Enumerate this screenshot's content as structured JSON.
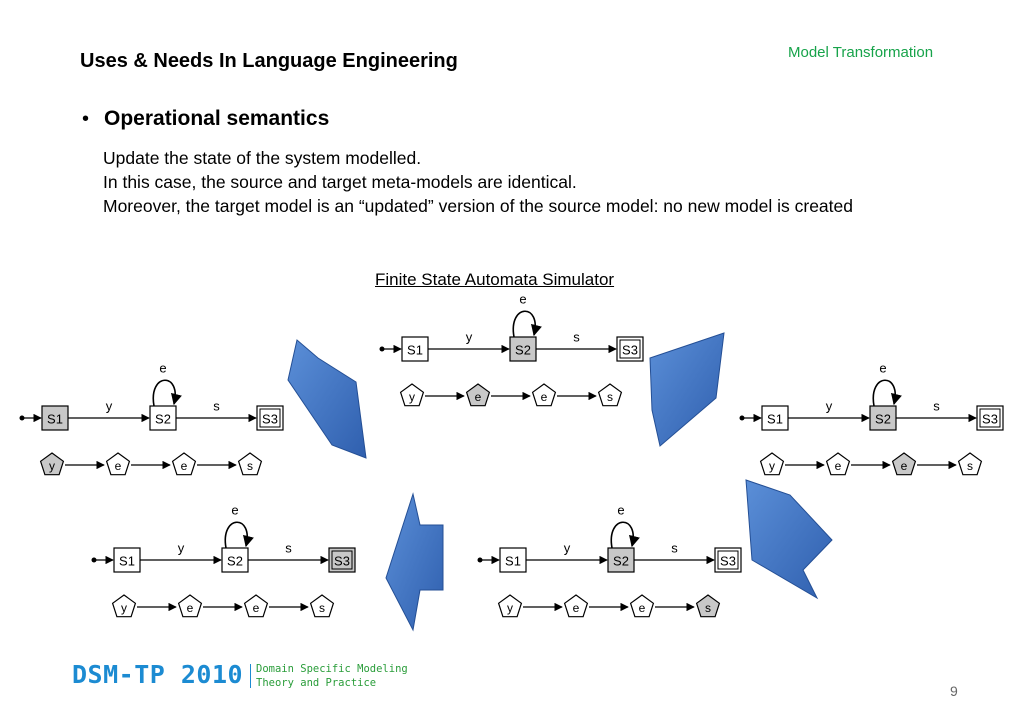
{
  "slide": {
    "title": "Uses & Needs In Language Engineering",
    "topic": "Model Transformation",
    "bullet": "•",
    "bullet_heading": "Operational semantics",
    "lines": [
      "Update the state of the system modelled.",
      "In this case, the source and target meta-models are identical.",
      "Moreover, the target model is an “updated” version of the source model: no new model is created"
    ],
    "simulator_title": "Finite State Automata Simulator",
    "page_number": "9"
  },
  "logo": {
    "main": "DSM-TP 2010",
    "line1": "Domain Specific Modeling",
    "line2": "Theory and Practice"
  },
  "colors": {
    "topic": "#17a34a",
    "arrow_fill": "#3a6fc0",
    "highlight": "#c8c8c8",
    "logo_blue": "#1c8bd2",
    "logo_green": "#2a9d3a"
  },
  "automata": {
    "states": [
      "S1",
      "S2",
      "S3"
    ],
    "labels": {
      "t1": "y",
      "self": "e",
      "t2": "s"
    },
    "snapshots": [
      {
        "id": "left",
        "active_state": "S1",
        "input": [
          "y",
          "e",
          "e",
          "s"
        ],
        "current_input": 0
      },
      {
        "id": "top",
        "active_state": "S2",
        "input": [
          "y",
          "e",
          "e",
          "s"
        ],
        "current_input": 1
      },
      {
        "id": "right",
        "active_state": "S2",
        "input": [
          "y",
          "e",
          "e",
          "s"
        ],
        "current_input": 2
      },
      {
        "id": "bottom-right",
        "active_state": "S2",
        "input": [
          "y",
          "e",
          "e",
          "s"
        ],
        "current_input": 3
      },
      {
        "id": "bottom-left",
        "active_state": "S3",
        "input": [
          "y",
          "e",
          "e",
          "s"
        ],
        "current_input": -1
      }
    ]
  }
}
